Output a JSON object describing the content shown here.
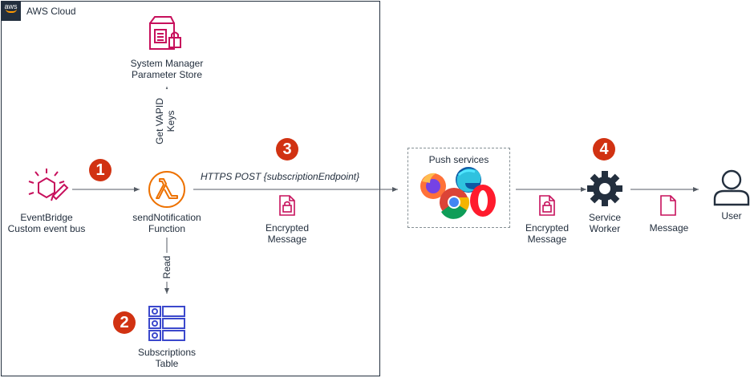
{
  "cloud": {
    "label": "AWS Cloud",
    "logo_text": "aws"
  },
  "nodes": {
    "parameter_store": {
      "line1": "System Manager",
      "line2": "Parameter Store"
    },
    "eventbridge": {
      "line1": "EventBridge",
      "line2": "Custom event bus"
    },
    "lambda": {
      "line1": "sendNotification",
      "line2": "Function"
    },
    "table": {
      "line1": "Subscriptions",
      "line2": "Table"
    },
    "push_services": {
      "label": "Push services"
    },
    "service_worker": {
      "line1": "Service",
      "line2": "Worker"
    },
    "user": {
      "label": "User"
    }
  },
  "edges": {
    "get_vapid": {
      "line1": "Get VAPID",
      "line2": "Keys"
    },
    "read": {
      "label": "Read"
    },
    "https_post": {
      "label": "HTTPS POST {subscriptionEndpoint}"
    },
    "encrypted_msg_1": {
      "line1": "Encrypted",
      "line2": "Message"
    },
    "encrypted_msg_2": {
      "line1": "Encrypted",
      "line2": "Message"
    },
    "message": {
      "label": "Message"
    }
  },
  "badges": {
    "b1": "1",
    "b2": "2",
    "b3": "3",
    "b4": "4"
  },
  "colors": {
    "pink": "#c7105c",
    "orange": "#ed7100",
    "table_blue": "#3b48cc",
    "badge_red": "#d13212",
    "gear": "#232f3e",
    "arrow": "#545b64"
  }
}
